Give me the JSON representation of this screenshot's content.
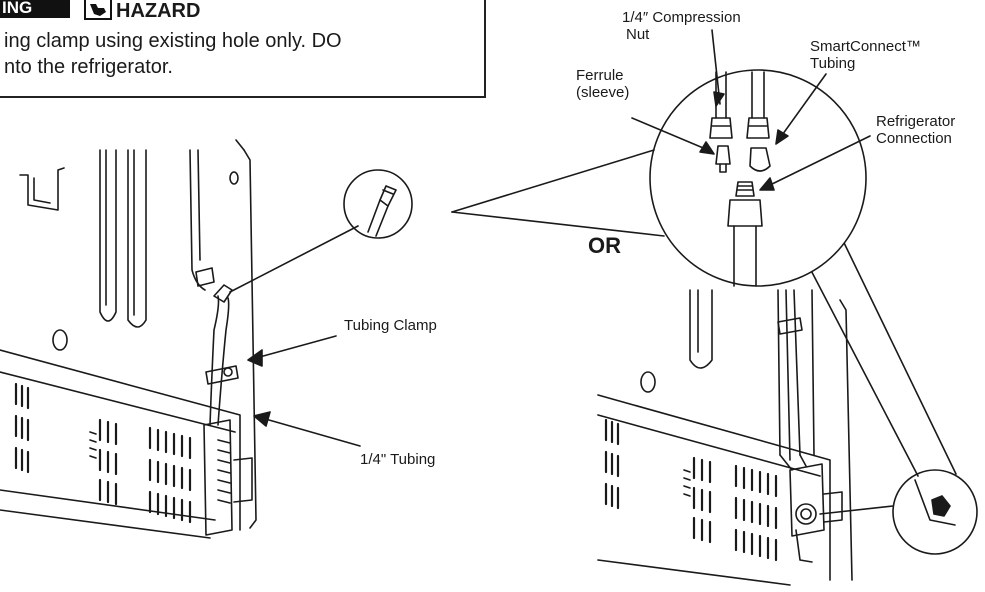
{
  "warning": {
    "badge": "ING",
    "hazard": "HAZARD",
    "text_line1": "ing clamp using existing hole only. DO",
    "text_line2": "nto the refrigerator."
  },
  "labels": {
    "compression_nut_1": "1/4″ Compression",
    "compression_nut_2": "Nut",
    "smartconnect_1": "SmartConnect™",
    "smartconnect_2": "Tubing",
    "ferrule_1": "Ferrule",
    "ferrule_2": "(sleeve)",
    "refrigerator_1": "Refrigerator",
    "refrigerator_2": "Connection",
    "or": "OR",
    "tubing_clamp": "Tubing Clamp",
    "tubing_quarter": "1/4\" Tubing"
  },
  "colors": {
    "line": "#1a1a1a",
    "fill": "#ffffff",
    "warn_badge": "#111111"
  },
  "icons": {
    "hazard_icon": "hand-warning-icon"
  }
}
